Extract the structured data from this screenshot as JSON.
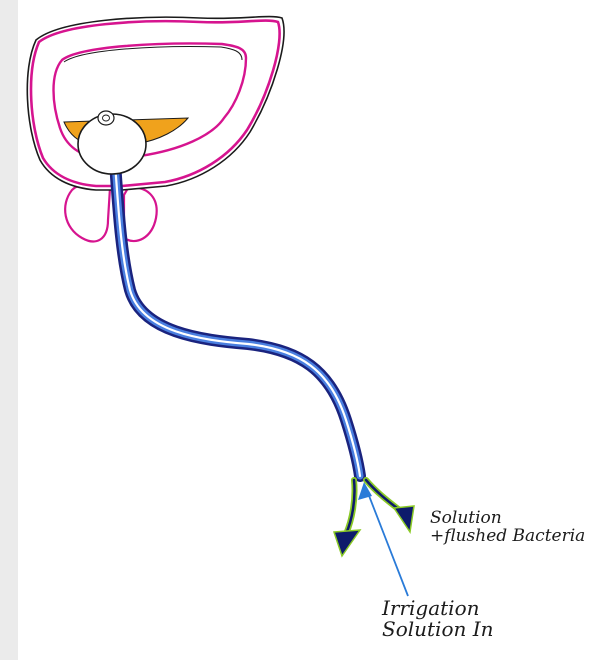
{
  "labels": {
    "outflow": {
      "line1": "Solution",
      "line2": "+flushed Bacteria"
    },
    "inflow": {
      "line1": "Irrigation",
      "line2": "Solution In"
    }
  },
  "colors": {
    "bladder_outline": "#d6148f",
    "urine": "#f0a21c",
    "catheter_outer": "#1a237e",
    "catheter_inner": "#4a7fe0",
    "arrow_fill": "#0d1a6b",
    "arrow_outline": "#8ac926",
    "inflow_arrow": "#2a7bd8"
  },
  "icons": {
    "bladder": "bladder-outline",
    "prostate": "prostate-shape",
    "balloon": "catheter-balloon",
    "arrows": "flow-arrow"
  }
}
